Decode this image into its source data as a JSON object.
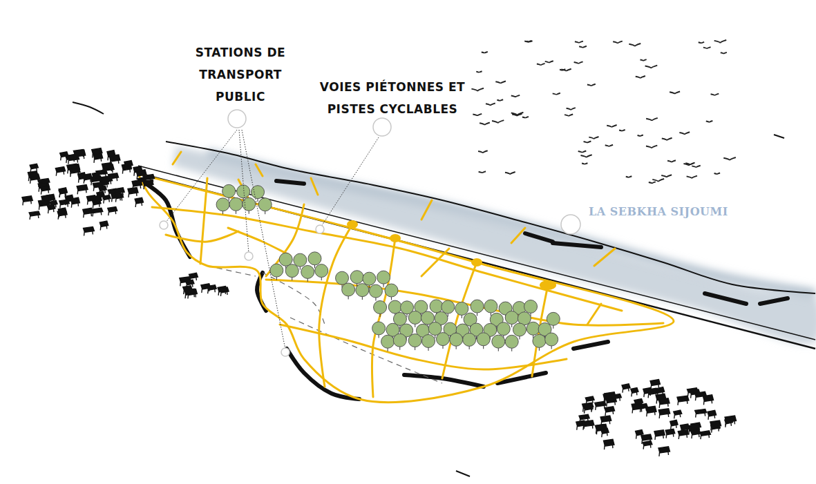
{
  "diagram": {
    "labels": [
      "STATIONS DE TRANSPORT PUBLIC",
      "VOIES PIÉTONNES ET PISTES CYCLABLES",
      "LA SEBKHA SIJOUMI"
    ]
  }
}
